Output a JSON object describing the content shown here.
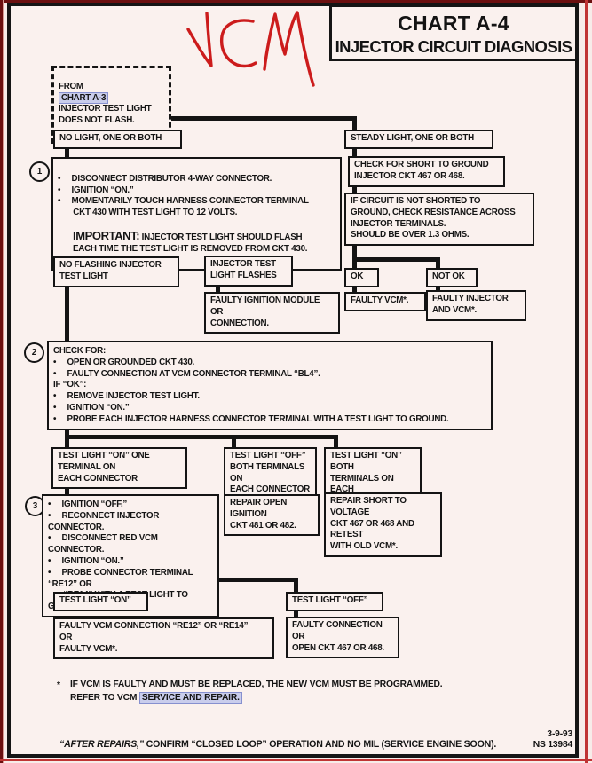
{
  "title": {
    "chart": "CHART A-4",
    "subtitle": "INJECTOR CIRCUIT DIAGNOSIS"
  },
  "annotation": {
    "handwritten_text": "VCM"
  },
  "colors": {
    "paper": "#faf1ee",
    "ink": "#141414",
    "annotation_red": "#cc1c1c",
    "link_bg": "#c9cdec",
    "link_border": "#8690cf",
    "scan_edge_red": "#c03434"
  },
  "entry": {
    "pre": "FROM",
    "link": "CHART A-3",
    "rest": "INJECTOR TEST LIGHT\nDOES NOT FLASH."
  },
  "steps": {
    "s1": "1",
    "s2": "2",
    "s3": "3"
  },
  "nodes": {
    "no_light": "NO LIGHT, ONE OR BOTH",
    "steady": "STEADY LIGHT, ONE OR BOTH",
    "step1_bullets": "•     DISCONNECT DISTRIBUTOR 4-WAY CONNECTOR.\n•     IGNITION “ON.”\n•     MOMENTARILY TOUCH HARNESS CONNECTOR TERMINAL\n       CKT 430 WITH TEST LIGHT TO 12 VOLTS.",
    "step1_important_label": "IMPORTANT:",
    "step1_important_text": " INJECTOR TEST LIGHT SHOULD FLASH\nEACH TIME THE TEST LIGHT IS REMOVED FROM CKT 430.",
    "check_short": "CHECK FOR SHORT TO GROUND\nINJECTOR CKT 467 OR 468.",
    "if_circuit": "IF CIRCUIT IS NOT SHORTED TO\nGROUND, CHECK RESISTANCE ACROSS\nINJECTOR TERMINALS.\nSHOULD BE OVER 1.3 OHMS.",
    "no_flashing": "NO FLASHING INJECTOR\nTEST LIGHT",
    "flashes": "INJECTOR TEST\nLIGHT FLASHES",
    "faulty_ignition": "FAULTY IGNITION MODULE\nOR\nCONNECTION.",
    "ok": "OK",
    "not_ok": "NOT OK",
    "faulty_vcm": "FAULTY VCM*.",
    "faulty_injector": "FAULTY INJECTOR\nAND VCM*.",
    "step2": "CHECK FOR:\n•     OPEN OR GROUNDED CKT 430.\n•     FAULTY CONNECTION AT VCM CONNECTOR TERMINAL “BL4”.\nIF “OK”:\n•     REMOVE INJECTOR TEST LIGHT.\n•     IGNITION “ON.”\n•     PROBE EACH INJECTOR HARNESS CONNECTOR TERMINAL WITH A TEST LIGHT TO GROUND.",
    "tl_on_one": "TEST LIGHT “ON” ONE TERMINAL ON\nEACH CONNECTOR",
    "tl_off_both": "TEST LIGHT “OFF”\nBOTH TERMINALS ON\nEACH CONNECTOR",
    "tl_on_both": "TEST LIGHT “ON” BOTH\nTERMINALS ON EACH\nCONNECTOR",
    "step3": "•     IGNITION “OFF.”\n•     RECONNECT INJECTOR CONNECTOR.\n•     DISCONNECT RED VCM CONNECTOR.\n•     IGNITION “ON.”\n•     PROBE CONNECTOR TERMINAL “RE12” OR\n       “RE14” WITH A TEST LIGHT TO GROUND.",
    "repair_open": "REPAIR OPEN IGNITION\nCKT 481 OR 482.",
    "repair_short": "REPAIR SHORT TO  VOLTAGE\nCKT 467 OR 468 AND RETEST\nWITH OLD VCM*.",
    "tl_on": "TEST LIGHT “ON”",
    "tl_off": "TEST LIGHT “OFF”",
    "faulty_vcm_conn": "FAULTY VCM CONNECTION “RE12” OR “RE14”\nOR\nFAULTY VCM*.",
    "faulty_conn_open": "FAULTY CONNECTION\nOR\nOPEN CKT 467 OR 468."
  },
  "footnote": {
    "marker": "*",
    "line1": "IF VCM IS FAULTY AND MUST BE REPLACED, THE NEW VCM MUST BE PROGRAMMED.",
    "line2_pre": "REFER TO VCM ",
    "link": "SERVICE AND REPAIR."
  },
  "footer": {
    "emphasis": "“AFTER REPAIRS,”",
    "text": " CONFIRM “CLOSED LOOP” OPERATION AND NO MIL (SERVICE ENGINE SOON).",
    "date": "3-9-93",
    "doc_number": "NS 13984"
  }
}
